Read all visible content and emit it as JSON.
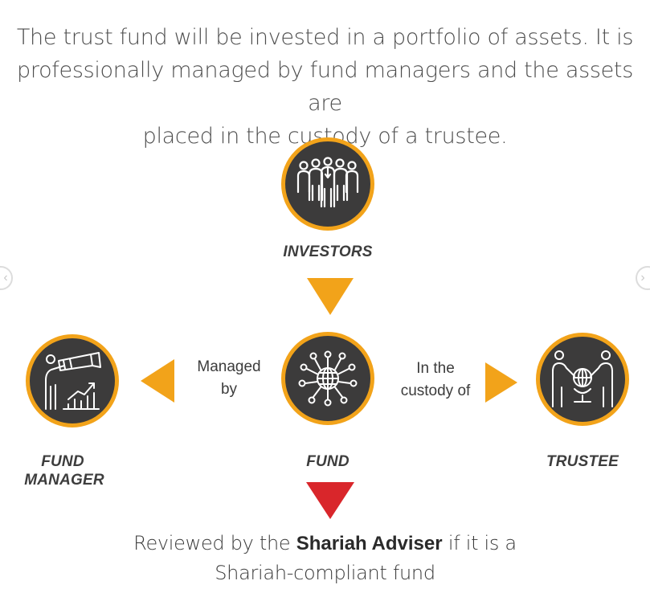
{
  "intro": {
    "line1": "The trust fund will be invested in a portfolio of assets. It is",
    "line2": "professionally managed by fund managers and the assets are",
    "line3": "placed in the custody of a trustee."
  },
  "nodes": {
    "investors": {
      "label": "INVESTORS",
      "icon": "people-group-icon"
    },
    "fund": {
      "label": "FUND",
      "icon": "globe-network-icon"
    },
    "fund_manager": {
      "label_line1": "FUND",
      "label_line2": "MANAGER",
      "icon": "manager-telescope-chart-icon"
    },
    "trustee": {
      "label": "TRUSTEE",
      "icon": "handshake-globe-icon"
    }
  },
  "relations": {
    "managed": {
      "line1": "Managed",
      "line2": "by"
    },
    "custody": {
      "line1": "In the",
      "line2": "custody of"
    }
  },
  "review": {
    "prefix": "Reviewed by the ",
    "bold": "Shariah Adviser",
    "suffix": " if it is a",
    "line2": "Shariah-compliant fund"
  },
  "nav": {
    "prev": "‹",
    "next": "›"
  },
  "colors": {
    "accent": "#f2a31a",
    "node_fill": "#3c3b3b",
    "review_arrow": "#d9262b"
  }
}
